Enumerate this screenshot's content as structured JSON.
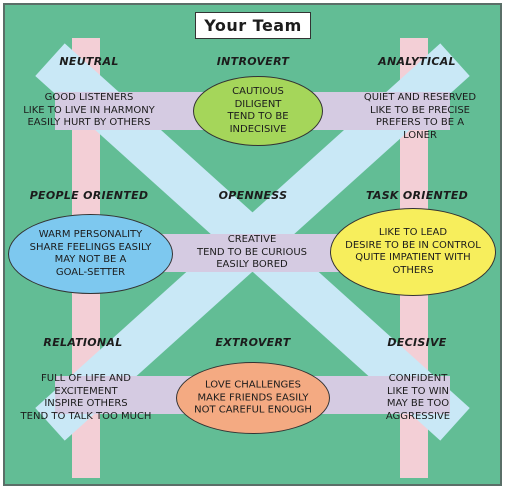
{
  "title": "Your Team",
  "colors": {
    "background": "#62bd95",
    "vertical_band": "#f3cfd6",
    "horizontal_band": "#d5cbe2",
    "diagonal_band": "#c9e8f6",
    "top_ellipse": "#a5d65a",
    "left_ellipse": "#7dc8ef",
    "right_ellipse": "#f7ee5c",
    "bottom_ellipse": "#f4aa82"
  },
  "cells": {
    "neutral": {
      "heading": "Neutral",
      "lines": [
        "Good listeners",
        "Like to live in harmony",
        "Easily hurt by others"
      ]
    },
    "introvert": {
      "heading": "Introvert",
      "lines": [
        "Cautious",
        "Diligent",
        "Tend to be",
        "indecisive"
      ]
    },
    "analytical": {
      "heading": "Analytical",
      "lines": [
        "Quiet and reserved",
        "Like to be precise",
        "Prefers to be a",
        "loner"
      ]
    },
    "people_oriented": {
      "heading": "People Oriented",
      "lines": [
        "Warm personality",
        "Share feelings easily",
        "May not be a",
        "goal-setter"
      ]
    },
    "openness": {
      "heading": "Openness",
      "lines": [
        "Creative",
        "Tend to be curious",
        "Easily bored"
      ]
    },
    "task_oriented": {
      "heading": "Task Oriented",
      "lines": [
        "Like to lead",
        "Desire to be in control",
        "Quite impatient with",
        "others"
      ]
    },
    "relational": {
      "heading": "Relational",
      "lines": [
        "Full of life and",
        "excitement",
        "Inspire others",
        "Tend to talk too much"
      ]
    },
    "extrovert": {
      "heading": "Extrovert",
      "lines": [
        "Love challenges",
        "Make friends easily",
        "Not careful enough"
      ]
    },
    "decisive": {
      "heading": "Decisive",
      "lines": [
        "Confident",
        "Like to win",
        "May be too",
        "aggressive"
      ]
    }
  }
}
